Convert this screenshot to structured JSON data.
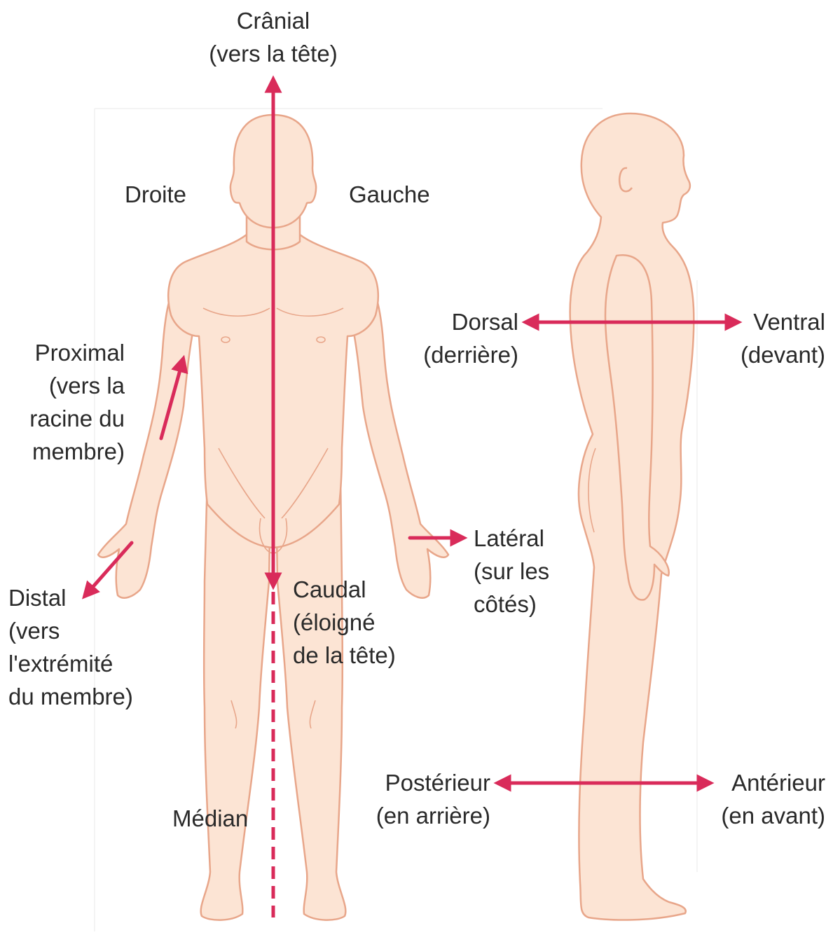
{
  "colors": {
    "skin": "#fce4d4",
    "outline": "#e8a68a",
    "arrow": "#d92b5a",
    "text": "#2a2a2a"
  },
  "labels": {
    "cranial": [
      "Crânial",
      "(vers la tête)"
    ],
    "droite": "Droite",
    "gauche": "Gauche",
    "proximal": [
      "Proximal",
      "(vers la",
      "racine du",
      "membre)"
    ],
    "distal": [
      "Distal",
      "(vers",
      "l'extrémité",
      "du membre)"
    ],
    "caudal": [
      "Caudal",
      "(éloigné",
      "de la tête)"
    ],
    "median": "Médian",
    "lateral": [
      "Latéral",
      "(sur les",
      "côtés)"
    ],
    "dorsal": [
      "Dorsal",
      "(derrière)"
    ],
    "ventral": [
      "Ventral",
      "(devant)"
    ],
    "posterieur": [
      "Postérieur",
      "(en arrière)"
    ],
    "anterieur": [
      "Antérieur",
      "(en avant)"
    ]
  }
}
